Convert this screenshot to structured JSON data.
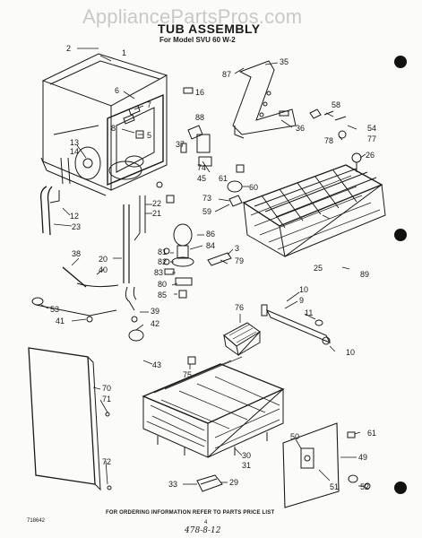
{
  "watermark": "AppliancePartsPros.com",
  "title": "TUB ASSEMBLY",
  "subtitle": "For Model SVU 60 W-2",
  "footer": "FOR ORDERING INFORMATION REFER TO PARTS PRICE LIST",
  "code_left": "718642",
  "page_number": "4",
  "handwritten_note": "478-8-12",
  "colors": {
    "ink": "#1a1a1a",
    "paper": "#fbfbf9",
    "watermark": "#c9c9c9"
  },
  "callouts": [
    {
      "id": "c2",
      "text": "2"
    },
    {
      "id": "c1",
      "text": "1"
    },
    {
      "id": "c6",
      "text": "6"
    },
    {
      "id": "c7",
      "text": "7"
    },
    {
      "id": "c8",
      "text": "8"
    },
    {
      "id": "c5",
      "text": "5"
    },
    {
      "id": "c13",
      "text": "13"
    },
    {
      "id": "c14",
      "text": "14"
    },
    {
      "id": "c12",
      "text": "12"
    },
    {
      "id": "c23",
      "text": "23"
    },
    {
      "id": "c16",
      "text": "16"
    },
    {
      "id": "c87",
      "text": "87"
    },
    {
      "id": "c35",
      "text": "35"
    },
    {
      "id": "c88",
      "text": "88"
    },
    {
      "id": "c37",
      "text": "37"
    },
    {
      "id": "c36",
      "text": "36"
    },
    {
      "id": "c58",
      "text": "58"
    },
    {
      "id": "c54",
      "text": "54"
    },
    {
      "id": "c78",
      "text": "78"
    },
    {
      "id": "c77",
      "text": "77"
    },
    {
      "id": "c26",
      "text": "26"
    },
    {
      "id": "c74",
      "text": "74"
    },
    {
      "id": "c45",
      "text": "45"
    },
    {
      "id": "c61a",
      "text": "61"
    },
    {
      "id": "c60",
      "text": "60"
    },
    {
      "id": "c22",
      "text": "22"
    },
    {
      "id": "c21",
      "text": "21"
    },
    {
      "id": "c73",
      "text": "73"
    },
    {
      "id": "c59",
      "text": "59"
    },
    {
      "id": "c86",
      "text": "86"
    },
    {
      "id": "c84",
      "text": "84"
    },
    {
      "id": "c81",
      "text": "81"
    },
    {
      "id": "c3",
      "text": "3"
    },
    {
      "id": "c82",
      "text": "82"
    },
    {
      "id": "c79",
      "text": "79"
    },
    {
      "id": "c83",
      "text": "83"
    },
    {
      "id": "c25",
      "text": "25"
    },
    {
      "id": "c89",
      "text": "89"
    },
    {
      "id": "c38",
      "text": "38"
    },
    {
      "id": "c20",
      "text": "20"
    },
    {
      "id": "c40",
      "text": "40"
    },
    {
      "id": "c80",
      "text": "80"
    },
    {
      "id": "c85",
      "text": "85"
    },
    {
      "id": "c10a",
      "text": "10"
    },
    {
      "id": "c9",
      "text": "9"
    },
    {
      "id": "c53",
      "text": "53"
    },
    {
      "id": "c39",
      "text": "39"
    },
    {
      "id": "c41",
      "text": "41"
    },
    {
      "id": "c76",
      "text": "76"
    },
    {
      "id": "c11",
      "text": "11"
    },
    {
      "id": "c42",
      "text": "42"
    },
    {
      "id": "c10b",
      "text": "10"
    },
    {
      "id": "c43",
      "text": "43"
    },
    {
      "id": "c75",
      "text": "75"
    },
    {
      "id": "c70",
      "text": "70"
    },
    {
      "id": "c71",
      "text": "71"
    },
    {
      "id": "c61b",
      "text": "61"
    },
    {
      "id": "c50",
      "text": "50"
    },
    {
      "id": "c49",
      "text": "49"
    },
    {
      "id": "c30",
      "text": "30"
    },
    {
      "id": "c31",
      "text": "31"
    },
    {
      "id": "c72",
      "text": "72"
    },
    {
      "id": "c33",
      "text": "33"
    },
    {
      "id": "c29",
      "text": "29"
    },
    {
      "id": "c51",
      "text": "51"
    },
    {
      "id": "c52",
      "text": "52"
    }
  ]
}
